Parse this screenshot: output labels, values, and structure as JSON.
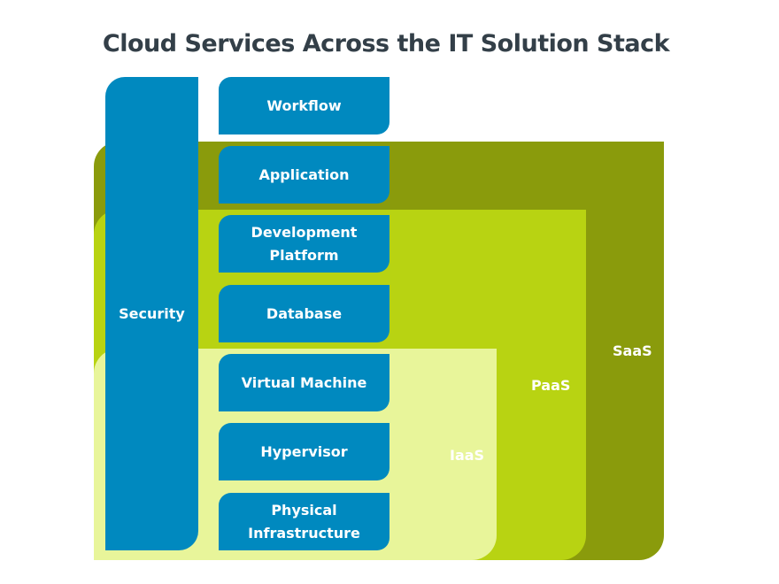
{
  "title": "Cloud Services Across the IT Solution Stack",
  "colors": {
    "saas": "#8a9b0c",
    "paas": "#b8d312",
    "iaas": "#e8f59a",
    "stack_box": "#0089bf",
    "title_text": "#333f48"
  },
  "layers": {
    "saas": "SaaS",
    "paas": "PaaS",
    "iaas": "IaaS"
  },
  "security": "Security",
  "stack": [
    "Workflow",
    "Application",
    "Development\nPlatform",
    "Database",
    "Virtual Machine",
    "Hypervisor",
    "Physical\nInfrastructure"
  ]
}
